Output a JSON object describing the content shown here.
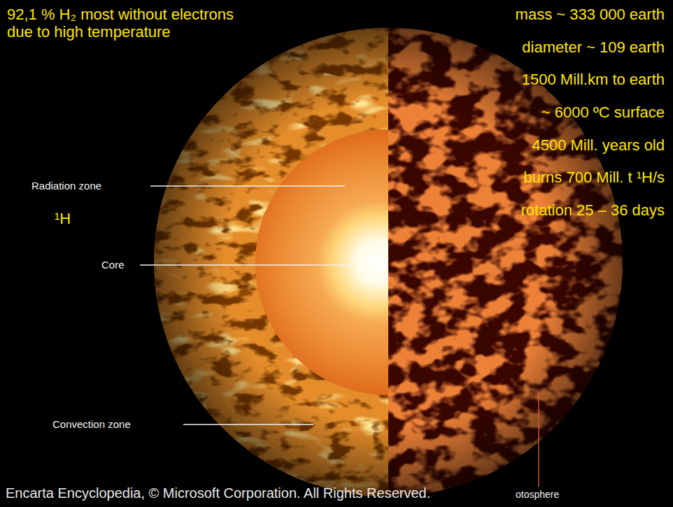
{
  "diagram": {
    "caption": "Encarta Encyclopedia, © Microsoft Corporation. All Rights Reserved.",
    "labels": [
      "92,1 % H₂ most without electrons due to high temperature",
      "mass ~ 333 000 earth",
      "diameter ~ 109 earth",
      "1500 Mill.km to earth",
      "~ 6000 ºC surface",
      "4500 Mill. years old",
      "burns 700 Mill. t ¹H/s",
      "rotation 25 – 36 days",
      "Radiation zone",
      "¹H",
      "Core",
      "Convection zone",
      "otosphere"
    ]
  }
}
